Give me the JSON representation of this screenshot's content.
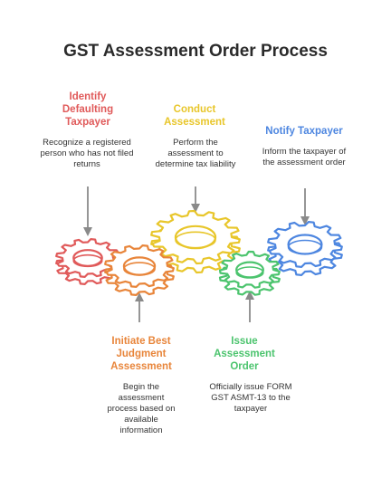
{
  "title": "GST Assessment Order Process",
  "colors": {
    "red": "#e05a5a",
    "orange": "#e8853a",
    "yellow": "#e8c62a",
    "green": "#4cc46e",
    "blue": "#4d86e0",
    "arrow": "#8a8a8a"
  },
  "steps": [
    {
      "id": "identify",
      "title": "Identify Defaulting Taxpayer",
      "description": "Recognize a registered person who has not filed returns",
      "color_key": "red"
    },
    {
      "id": "initiate",
      "title": "Initiate Best Judgment Assessment",
      "description": "Begin the assessment process based on available information",
      "color_key": "orange"
    },
    {
      "id": "conduct",
      "title": "Conduct Assessment",
      "description": "Perform the assessment to determine tax liability",
      "color_key": "yellow"
    },
    {
      "id": "issue",
      "title": "Issue Assessment Order",
      "description": "Officially issue FORM GST ASMT-13 to the taxpayer",
      "color_key": "green"
    },
    {
      "id": "notify",
      "title": "Notify Taxpayer",
      "description": "Inform the taxpayer of the assessment order",
      "color_key": "blue"
    }
  ]
}
